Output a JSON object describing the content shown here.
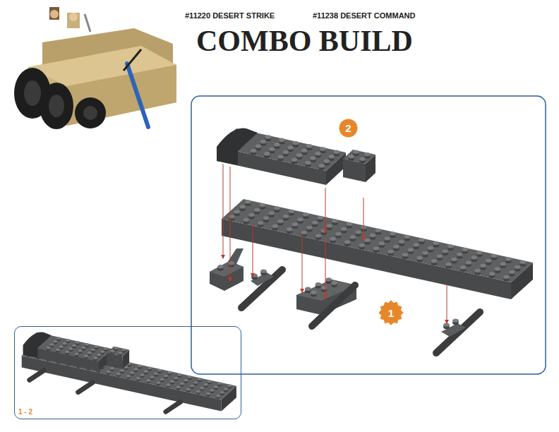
{
  "diagram": {
    "title": "COMBO BUILD",
    "nodes": [
      {
        "text": [
          "2"
        ]
      },
      {
        "text": [
          "1"
        ]
      },
      {
        "text": [
          "1 - 2"
        ]
      }
    ],
    "labels": [
      "#11220 DESERT STRIKE",
      "#11238 DESERT COMMAND"
    ]
  }
}
